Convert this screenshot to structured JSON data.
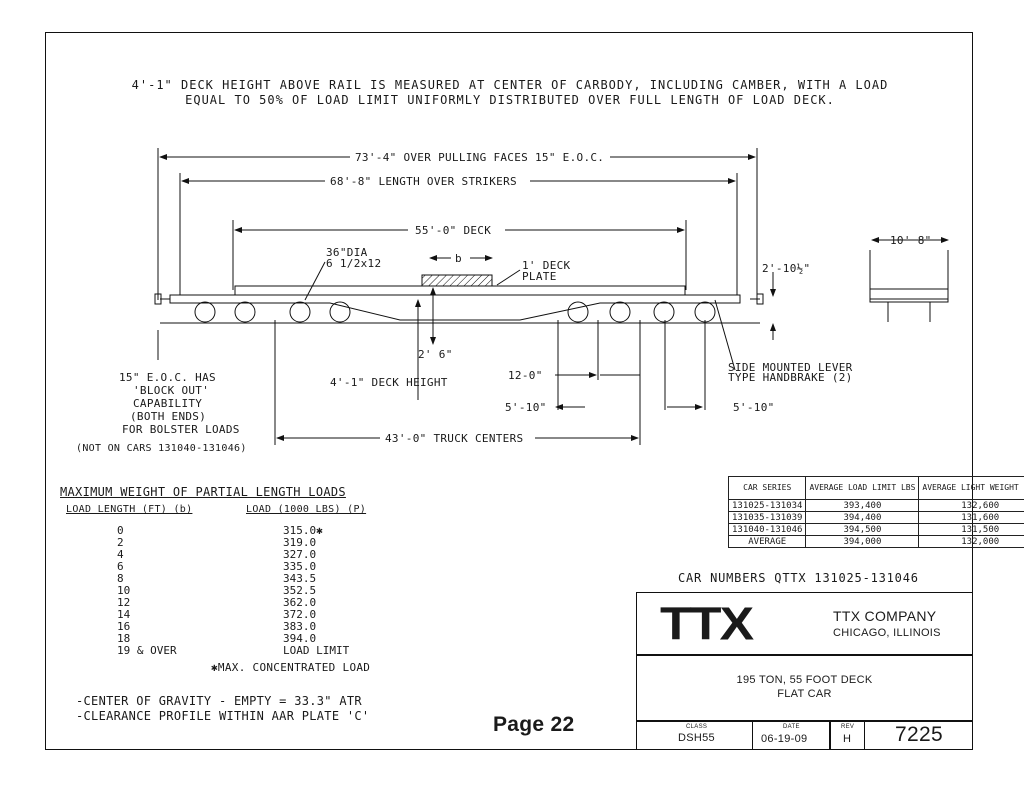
{
  "note_line1": "4'-1\" DECK HEIGHT ABOVE RAIL IS MEASURED AT CENTER OF CARBODY, INCLUDING CAMBER, WITH A LOAD",
  "note_line2": "EQUAL TO 50% OF LOAD LIMIT UNIFORMLY DISTRIBUTED OVER FULL LENGTH OF LOAD DECK.",
  "dims": {
    "over_pulling_faces": "73'-4\" OVER PULLING FACES 15\" E.O.C.",
    "over_strikers": "68'-8\" LENGTH OVER STRIKERS",
    "deck_length": "55'-0\" DECK",
    "width": "10' 8\"",
    "wheel_label_1": "36\"DIA",
    "wheel_label_2": "6 1/2x12",
    "b_label": "b",
    "deck_plate_1": "1' DECK",
    "deck_plate_2": "PLATE",
    "height_right": "2'-10½\"",
    "dim_2_6": "2' 6\"",
    "deck_height": "4'-1\"  DECK HEIGHT",
    "dim_12": "12-0\"",
    "dim_5_10_left": "5'-10\"",
    "dim_5_10_right": "5'-10\"",
    "truck_centers": "43'-0\" TRUCK CENTERS",
    "handbrake_1": "SIDE MOUNTED LEVER",
    "handbrake_2": "TYPE HANDBRAKE (2)"
  },
  "eoc_note": [
    "15\" E.O.C. HAS",
    "'BLOCK OUT'",
    "CAPABILITY",
    "(BOTH ENDS)",
    "FOR BOLSTER LOADS"
  ],
  "eoc_exception": "(NOT ON CARS 131040-131046)",
  "loads": {
    "title": "MAXIMUM WEIGHT OF PARTIAL LENGTH LOADS",
    "col1": "LOAD LENGTH (FT) (b)",
    "col2": "LOAD (1000 LBS) (P)",
    "rows": [
      {
        "len": "0",
        "load": "315.0✱"
      },
      {
        "len": "2",
        "load": "319.0"
      },
      {
        "len": "4",
        "load": "327.0"
      },
      {
        "len": "6",
        "load": "335.0"
      },
      {
        "len": "8",
        "load": "343.5"
      },
      {
        "len": "10",
        "load": "352.5"
      },
      {
        "len": "12",
        "load": "362.0"
      },
      {
        "len": "14",
        "load": "372.0"
      },
      {
        "len": "16",
        "load": "383.0"
      },
      {
        "len": "18",
        "load": "394.0"
      },
      {
        "len": "19 & OVER",
        "load": "LOAD LIMIT"
      }
    ],
    "footnote": "✱MAX. CONCENTRATED LOAD"
  },
  "cg_note": "-CENTER OF GRAVITY - EMPTY = 33.3\" ATR",
  "clearance_note": "-CLEARANCE PROFILE WITHIN AAR PLATE 'C'",
  "page_label": "Page 22",
  "spec_table": {
    "headers": [
      "CAR SERIES",
      "AVERAGE LOAD LIMIT LBS",
      "AVERAGE LIGHT WEIGHT LBS"
    ],
    "rows": [
      [
        "131025-131034",
        "393,400",
        "132,600"
      ],
      [
        "131035-131039",
        "394,400",
        "131,600"
      ],
      [
        "131040-131046",
        "394,500",
        "131,500"
      ],
      [
        "AVERAGE",
        "394,000",
        "132,000"
      ]
    ]
  },
  "car_numbers": "CAR NUMBERS QTTX 131025-131046",
  "title_block": {
    "logo": "TTX",
    "company": "TTX COMPANY",
    "city": "CHICAGO, ILLINOIS",
    "desc1": "195 TON, 55 FOOT DECK",
    "desc2": "FLAT CAR",
    "class_label": "CLASS",
    "class_value": "DSH55",
    "date_label": "DATE",
    "date_value": "06-19-09",
    "rev_label": "REV",
    "rev_value": "H",
    "drawing_no": "7225"
  }
}
